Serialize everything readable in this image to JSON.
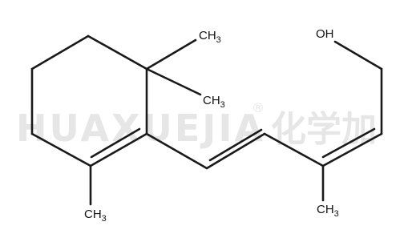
{
  "watermark": {
    "brand_latin": "HUAXUEJIA",
    "registered_mark": "®",
    "brand_cjk": "化学加"
  },
  "atoms": {
    "oh": {
      "main": "OH",
      "sub": ""
    },
    "ch3_top": {
      "main": "CH",
      "sub": "3"
    },
    "ch3_mid": {
      "main": "CH",
      "sub": "3"
    },
    "ch3_left_bottom": {
      "main": "CH",
      "sub": "3"
    },
    "ch3_right_bottom": {
      "main": "CH",
      "sub": "3"
    }
  },
  "colors": {
    "bond": "#1a1a1a",
    "text": "#111111",
    "watermark": "#e6e6e6"
  }
}
